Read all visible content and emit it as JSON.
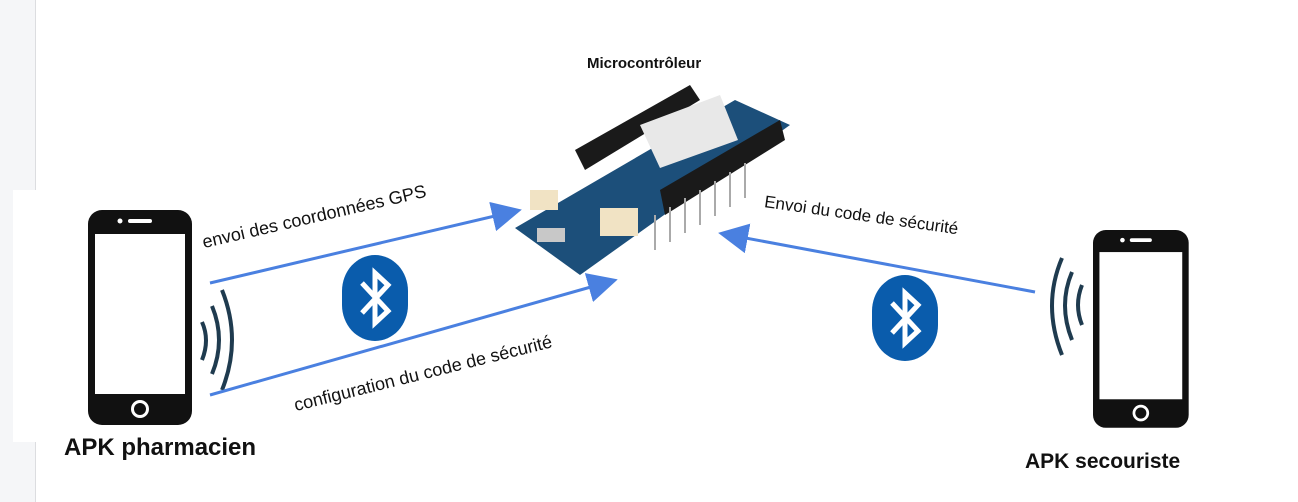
{
  "diagram": {
    "title": "Microcontrôleur",
    "left_device": "APK pharmacien",
    "right_device": "APK secouriste",
    "flows": {
      "gps": "envoi des coordonnées GPS",
      "config": "configuration du code de sécurité",
      "send_code": "Envoi  du code de sécurité"
    },
    "colors": {
      "arrow": "#4a80e0",
      "bluetooth": "#0a5cac",
      "board": "#1c4f7a"
    }
  }
}
